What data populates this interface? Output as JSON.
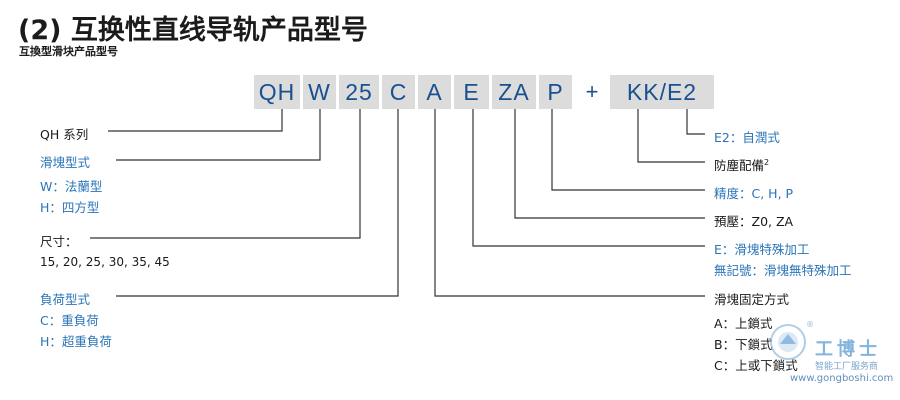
{
  "header": {
    "title": "(2) 互换性直线导轨产品型号",
    "subtitle": "互換型滑块产品型号"
  },
  "model_code": {
    "segments": [
      "QH",
      "W",
      "25",
      "C",
      "A",
      "E",
      "ZA",
      "P",
      "KK/E2"
    ],
    "plus": "+"
  },
  "left_labels": {
    "series": "QH 系列",
    "block_type": "滑塊型式",
    "block_type_w": "W：法蘭型",
    "block_type_h": "H：四方型",
    "size": "尺寸：",
    "size_values": "15, 20, 25, 30, 35, 45",
    "load_type": "負荷型式",
    "load_c": "C：重負荷",
    "load_h": "H：超重負荷"
  },
  "right_labels": {
    "e2": "E2：自潤式",
    "dust": "防塵配備",
    "dust_note": "2",
    "precision": "精度：C, H, P",
    "preload": "預壓：Z0, ZA",
    "e_special": "E：滑塊特殊加工",
    "no_mark": "無記號：滑塊無特殊加工",
    "fixing": "滑塊固定方式",
    "fixing_a": "A：上鎖式",
    "fixing_b": "B：下鎖式",
    "fixing_c": "C：上或下鎖式"
  },
  "watermark": {
    "name": "工博士",
    "tagline": "智能工厂服务商",
    "url": "www.gongboshi.com",
    "reg": "®"
  },
  "colors": {
    "code_text": "#19508f",
    "code_bg": "#dcdcdc",
    "blue_label": "#2a74b8",
    "line": "#333333"
  }
}
